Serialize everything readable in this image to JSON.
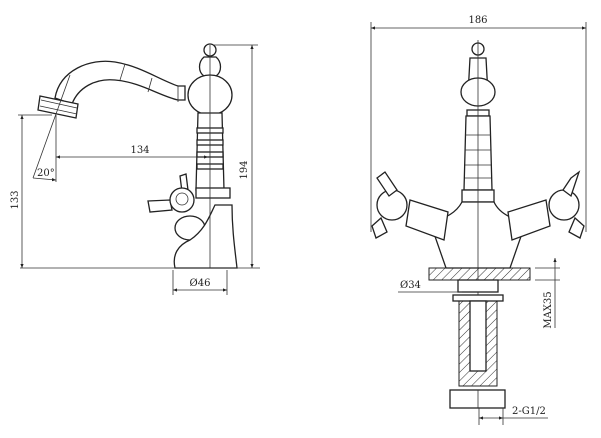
{
  "title": "Faucet technical drawing",
  "side_view": {
    "dim_reach": "134",
    "dim_height": "194",
    "dim_spout_height": "133",
    "dim_angle": "20°",
    "dim_base_diameter": "Ø46"
  },
  "front_view": {
    "dim_width": "186",
    "dim_shank_diameter": "Ø34",
    "dim_max_deck": "MAX35",
    "dim_connection": "2-G1/2"
  },
  "colors": {
    "line": "#222222",
    "background": "#ffffff"
  }
}
